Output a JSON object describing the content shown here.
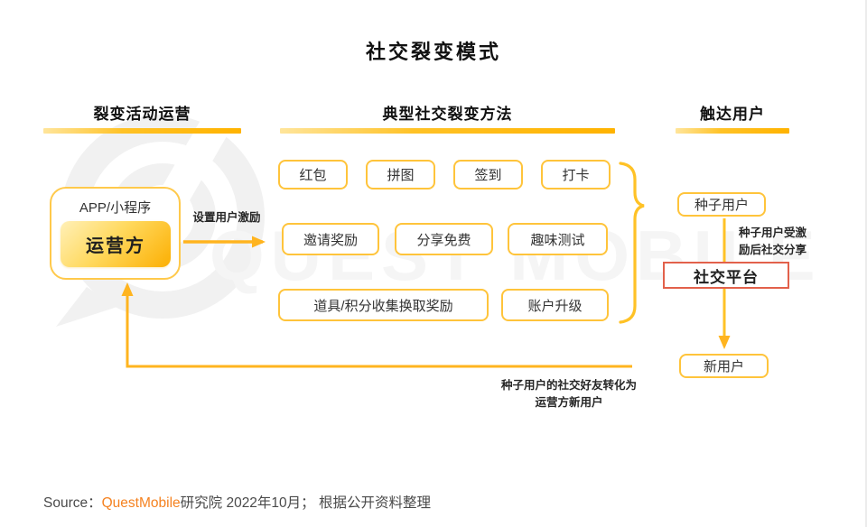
{
  "title": "社交裂变模式",
  "columns": {
    "left": {
      "header": "裂变活动运营"
    },
    "center": {
      "header": "典型社交裂变方法"
    },
    "right": {
      "header": "触达用户"
    }
  },
  "operator": {
    "platform_label": "APP/小程序",
    "box_label": "运营方",
    "incentive_arrow_label": "设置用户激励"
  },
  "methods": {
    "rows": [
      [
        "红包",
        "拼图",
        "签到",
        "打卡"
      ],
      [
        "邀请奖励",
        "分享免费",
        "趣味测试"
      ],
      [
        "道具/积分收集换取奖励",
        "账户升级"
      ]
    ]
  },
  "reach": {
    "seed_user": "种子用户",
    "share_note_line1": "种子用户受激",
    "share_note_line2": "励后社交分享",
    "social_platform": "社交平台",
    "new_user": "新用户"
  },
  "feedback": {
    "note_line1": "种子用户的社交好友转化为",
    "note_line2": "运营方新用户"
  },
  "watermark": {
    "text": "QUEST MOBILE"
  },
  "footer": {
    "source_prefix": "Source：",
    "brand": "QuestMobile",
    "suffix": "研究院 2022年10月； 根据公开资料整理"
  },
  "colors": {
    "accent_yellow": "#FFC43B",
    "arrow_yellow": "#FFB41F",
    "underline_gradient_end": "#FFB300",
    "red_border": "#E2614B",
    "brand_orange": "#F58220",
    "text_dark": "#262626"
  }
}
